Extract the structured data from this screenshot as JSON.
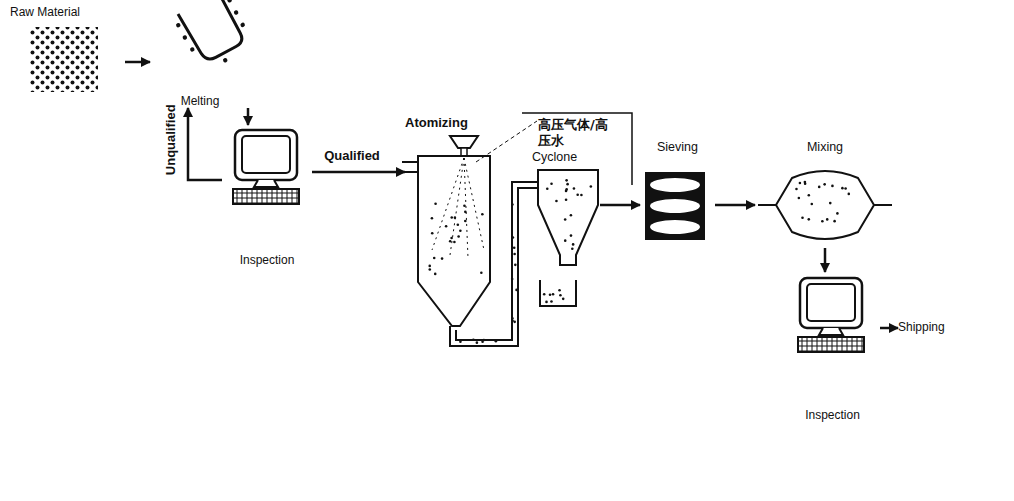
{
  "diagram": {
    "nodes": [
      {
        "text": [
          "Raw Material"
        ]
      },
      {
        "text": [
          "Melting"
        ]
      },
      {
        "text": [
          "Inspection"
        ]
      },
      {
        "text": [
          "Atomizing"
        ]
      },
      {
        "text": [
          "Cyclone"
        ]
      },
      {
        "text": [
          "Sieving"
        ]
      },
      {
        "text": [
          "Mixing"
        ]
      },
      {
        "text": [
          "Inspection"
        ]
      },
      {
        "text": [
          "Shipping"
        ]
      }
    ],
    "edges": [
      {
        "from": 0,
        "to": 1,
        "arrow": "to"
      },
      {
        "from": 1,
        "to": 2,
        "arrow": "to"
      },
      {
        "from": 2,
        "to": 1,
        "label": "Unqualified",
        "arrow": "to"
      },
      {
        "from": 2,
        "to": 3,
        "label": "Qualified",
        "arrow": "to"
      },
      {
        "from": 3,
        "to": 4,
        "arrow": "none"
      },
      {
        "from": 4,
        "to": 5,
        "arrow": "to"
      },
      {
        "from": 5,
        "to": 6,
        "arrow": "to"
      },
      {
        "from": 6,
        "to": 7,
        "arrow": "to"
      },
      {
        "from": 7,
        "to": 8,
        "arrow": "to"
      }
    ],
    "labels": [
      "高压气体/高压水"
    ]
  }
}
